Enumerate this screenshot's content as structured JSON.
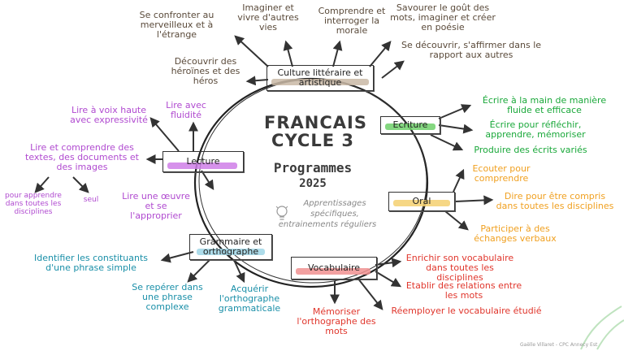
{
  "center": {
    "title_line1": "FRANCAIS",
    "title_line2": "CYCLE 3",
    "subtitle": "Programmes",
    "year": "2025",
    "note_line1": "Apprentissages",
    "note_line2": "spécifiques,",
    "note_line3": "entrainements réguliers"
  },
  "hubs": {
    "culture": "Culture littéraire et artistique",
    "ecriture": "Ecriture",
    "oral": "Oral",
    "vocabulaire": "Vocabulaire",
    "grammaire": "Grammaire et orthographe",
    "lecture": "Lecture"
  },
  "culture_items": [
    "Se confronter au merveilleux et à l'étrange",
    "Imaginer et vivre d'autres vies",
    "Comprendre et interroger la morale",
    "Savourer le goût des mots, imaginer et créer en poésie",
    "Se découvrir, s'affirmer dans le rapport aux autres",
    "Découvrir des héroïnes et des héros"
  ],
  "ecriture_items": [
    "Écrire à la main de manière fluide et efficace",
    "Écrire pour réfléchir, apprendre, mémoriser",
    "Produire des écrits variés"
  ],
  "oral_items": [
    "Ecouter pour comprendre",
    "Dire pour être compris dans toutes les disciplines",
    "Participer à des échanges verbaux"
  ],
  "vocabulaire_items": [
    "Enrichir son vocabulaire dans toutes les disciplines",
    "Etablir des relations entre les mots",
    "Réemployer le vocabulaire étudié",
    "Mémoriser l'orthographe des mots"
  ],
  "grammaire_items": [
    "Identifier les constituants d'une phrase simple",
    "Se repérer dans une phrase complexe",
    "Acquérir l'orthographe grammaticale"
  ],
  "lecture_items": [
    "Lire à voix haute avec expressivité",
    "Lire avec fluidité",
    "Lire et comprendre des textes, des documents et des images",
    "pour apprendre dans toutes les disciplines",
    "seul",
    "Lire une œuvre et se l'approprier"
  ],
  "credit": "Gaëlle Villaret - CPC Annecy Est",
  "colors": {
    "culture": "#5a4a3a",
    "culture_hl": "#c9b9a6",
    "ecriture": "#1aa83a",
    "ecriture_hl": "#6fd06a",
    "oral": "#f0a020",
    "oral_hl": "#f5d070",
    "vocabulaire": "#e0362c",
    "vocabulaire_hl": "#f09090",
    "grammaire": "#1a8fa8",
    "grammaire_hl": "#9fd6e6",
    "lecture": "#b04ad0",
    "lecture_hl": "#cf7ee8"
  }
}
